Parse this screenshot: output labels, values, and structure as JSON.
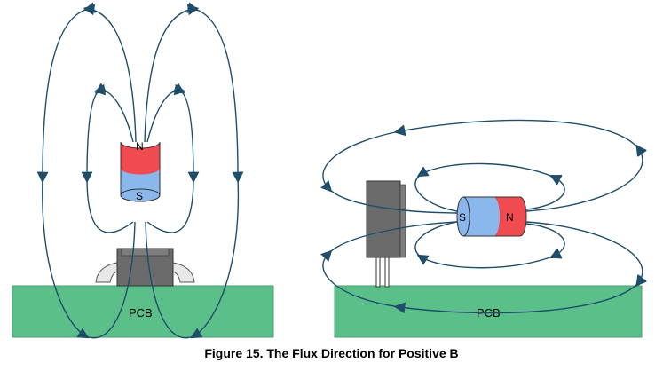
{
  "figure": {
    "caption": "Figure 15.  The Flux Direction for Positive B",
    "left_panel": {
      "pcb_label": "PCB",
      "magnet_top_pole": "N",
      "magnet_bottom_pole": "S"
    },
    "right_panel": {
      "pcb_label": "PCB",
      "magnet_left_pole": "S",
      "magnet_right_pole": "N"
    }
  },
  "colors": {
    "pcb": "#5bbf8a",
    "north": "#f04b50",
    "south": "#8ab8ec",
    "sensor": "#6b6b6b",
    "flux_line": "#1f4e6b"
  }
}
